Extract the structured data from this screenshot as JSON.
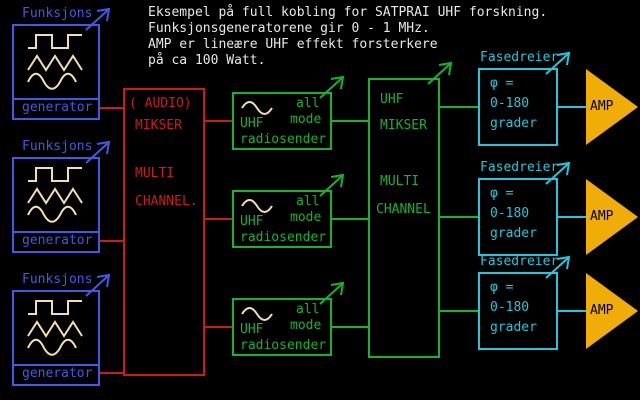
{
  "header": {
    "lines": [
      "Eksempel på full kobling for SATPRAI UHF forskning.",
      "Funksjonsgeneratorene gir 0 - 1 MHz.",
      "AMP er lineære UHF effekt forsterkere",
      "på ca 100 Watt."
    ]
  },
  "generators": [
    {
      "title": "Funksjons",
      "label": "generator"
    },
    {
      "title": "Funksjons",
      "label": "generator"
    },
    {
      "title": "Funksjons",
      "label": "generator"
    }
  ],
  "audio_mixer": {
    "lines": [
      "( AUDIO)",
      "MIKSER",
      "MULTI",
      "CHANNEL."
    ]
  },
  "transmitters": [
    {
      "mode1": "all",
      "mode2": "mode",
      "band": "UHF",
      "label": "radiosender"
    },
    {
      "mode1": "all",
      "mode2": "mode",
      "band": "UHF",
      "label": "radiosender"
    },
    {
      "mode1": "all",
      "mode2": "mode",
      "band": "UHF",
      "label": "radiosender"
    }
  ],
  "uhf_mixer": {
    "lines": [
      "UHF",
      "MIKSER",
      "MULTI",
      "CHANNEL"
    ]
  },
  "phase_shifters": [
    {
      "title": "Fasedreier",
      "phi": "φ =",
      "range": "0-180",
      "unit": "grader"
    },
    {
      "title": "Fasedreier",
      "phi": "φ =",
      "range": "0-180",
      "unit": "grader"
    },
    {
      "title": "Fasedreier",
      "phi": "φ =",
      "range": "0-180",
      "unit": "grader"
    }
  ],
  "amps": [
    {
      "label": "AMP"
    },
    {
      "label": "AMP"
    },
    {
      "label": "AMP"
    }
  ],
  "icons": {
    "generator_waveforms": [
      "square-wave-icon",
      "triangle-wave-icon",
      "sine-wave-icon"
    ],
    "transmitter_waveform": "sine-wave-icon",
    "signal_arrow": "diagonal-arrow-icon"
  },
  "colors": {
    "background": "#000000",
    "blue": "#3d5be8",
    "red": "#d01a1a",
    "green": "#12b52c",
    "cyan": "#1ec9de",
    "yellow": "#f0ad08",
    "cream": "#f2dfae",
    "white": "#e8e8e8",
    "amp_text": "#000000"
  }
}
